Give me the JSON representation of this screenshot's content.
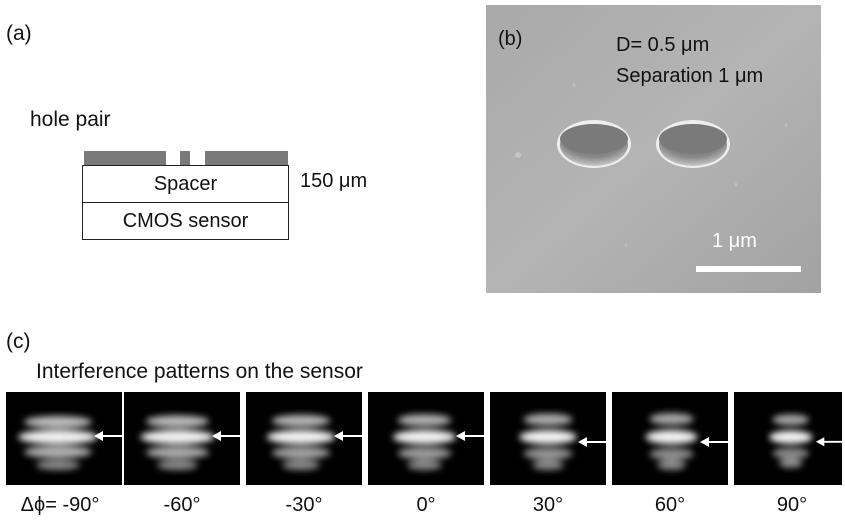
{
  "panel_a": {
    "label": "(a)",
    "hole_pair": "hole pair",
    "spacer": "Spacer",
    "sensor": "CMOS sensor",
    "thickness": "150 μm",
    "mask_color": "#7a7a7a"
  },
  "panel_b": {
    "label": "(b)",
    "diameter": "D= 0.5 μm",
    "separation": "Separation 1 μm",
    "scale_bar": "1 μm"
  },
  "panel_c": {
    "label": "(c)",
    "title": "Interference patterns on the sensor",
    "phase_labels": [
      "Δϕ= -90°",
      "-60°",
      "-30°",
      "0°",
      "30°",
      "60°",
      "90°"
    ]
  }
}
